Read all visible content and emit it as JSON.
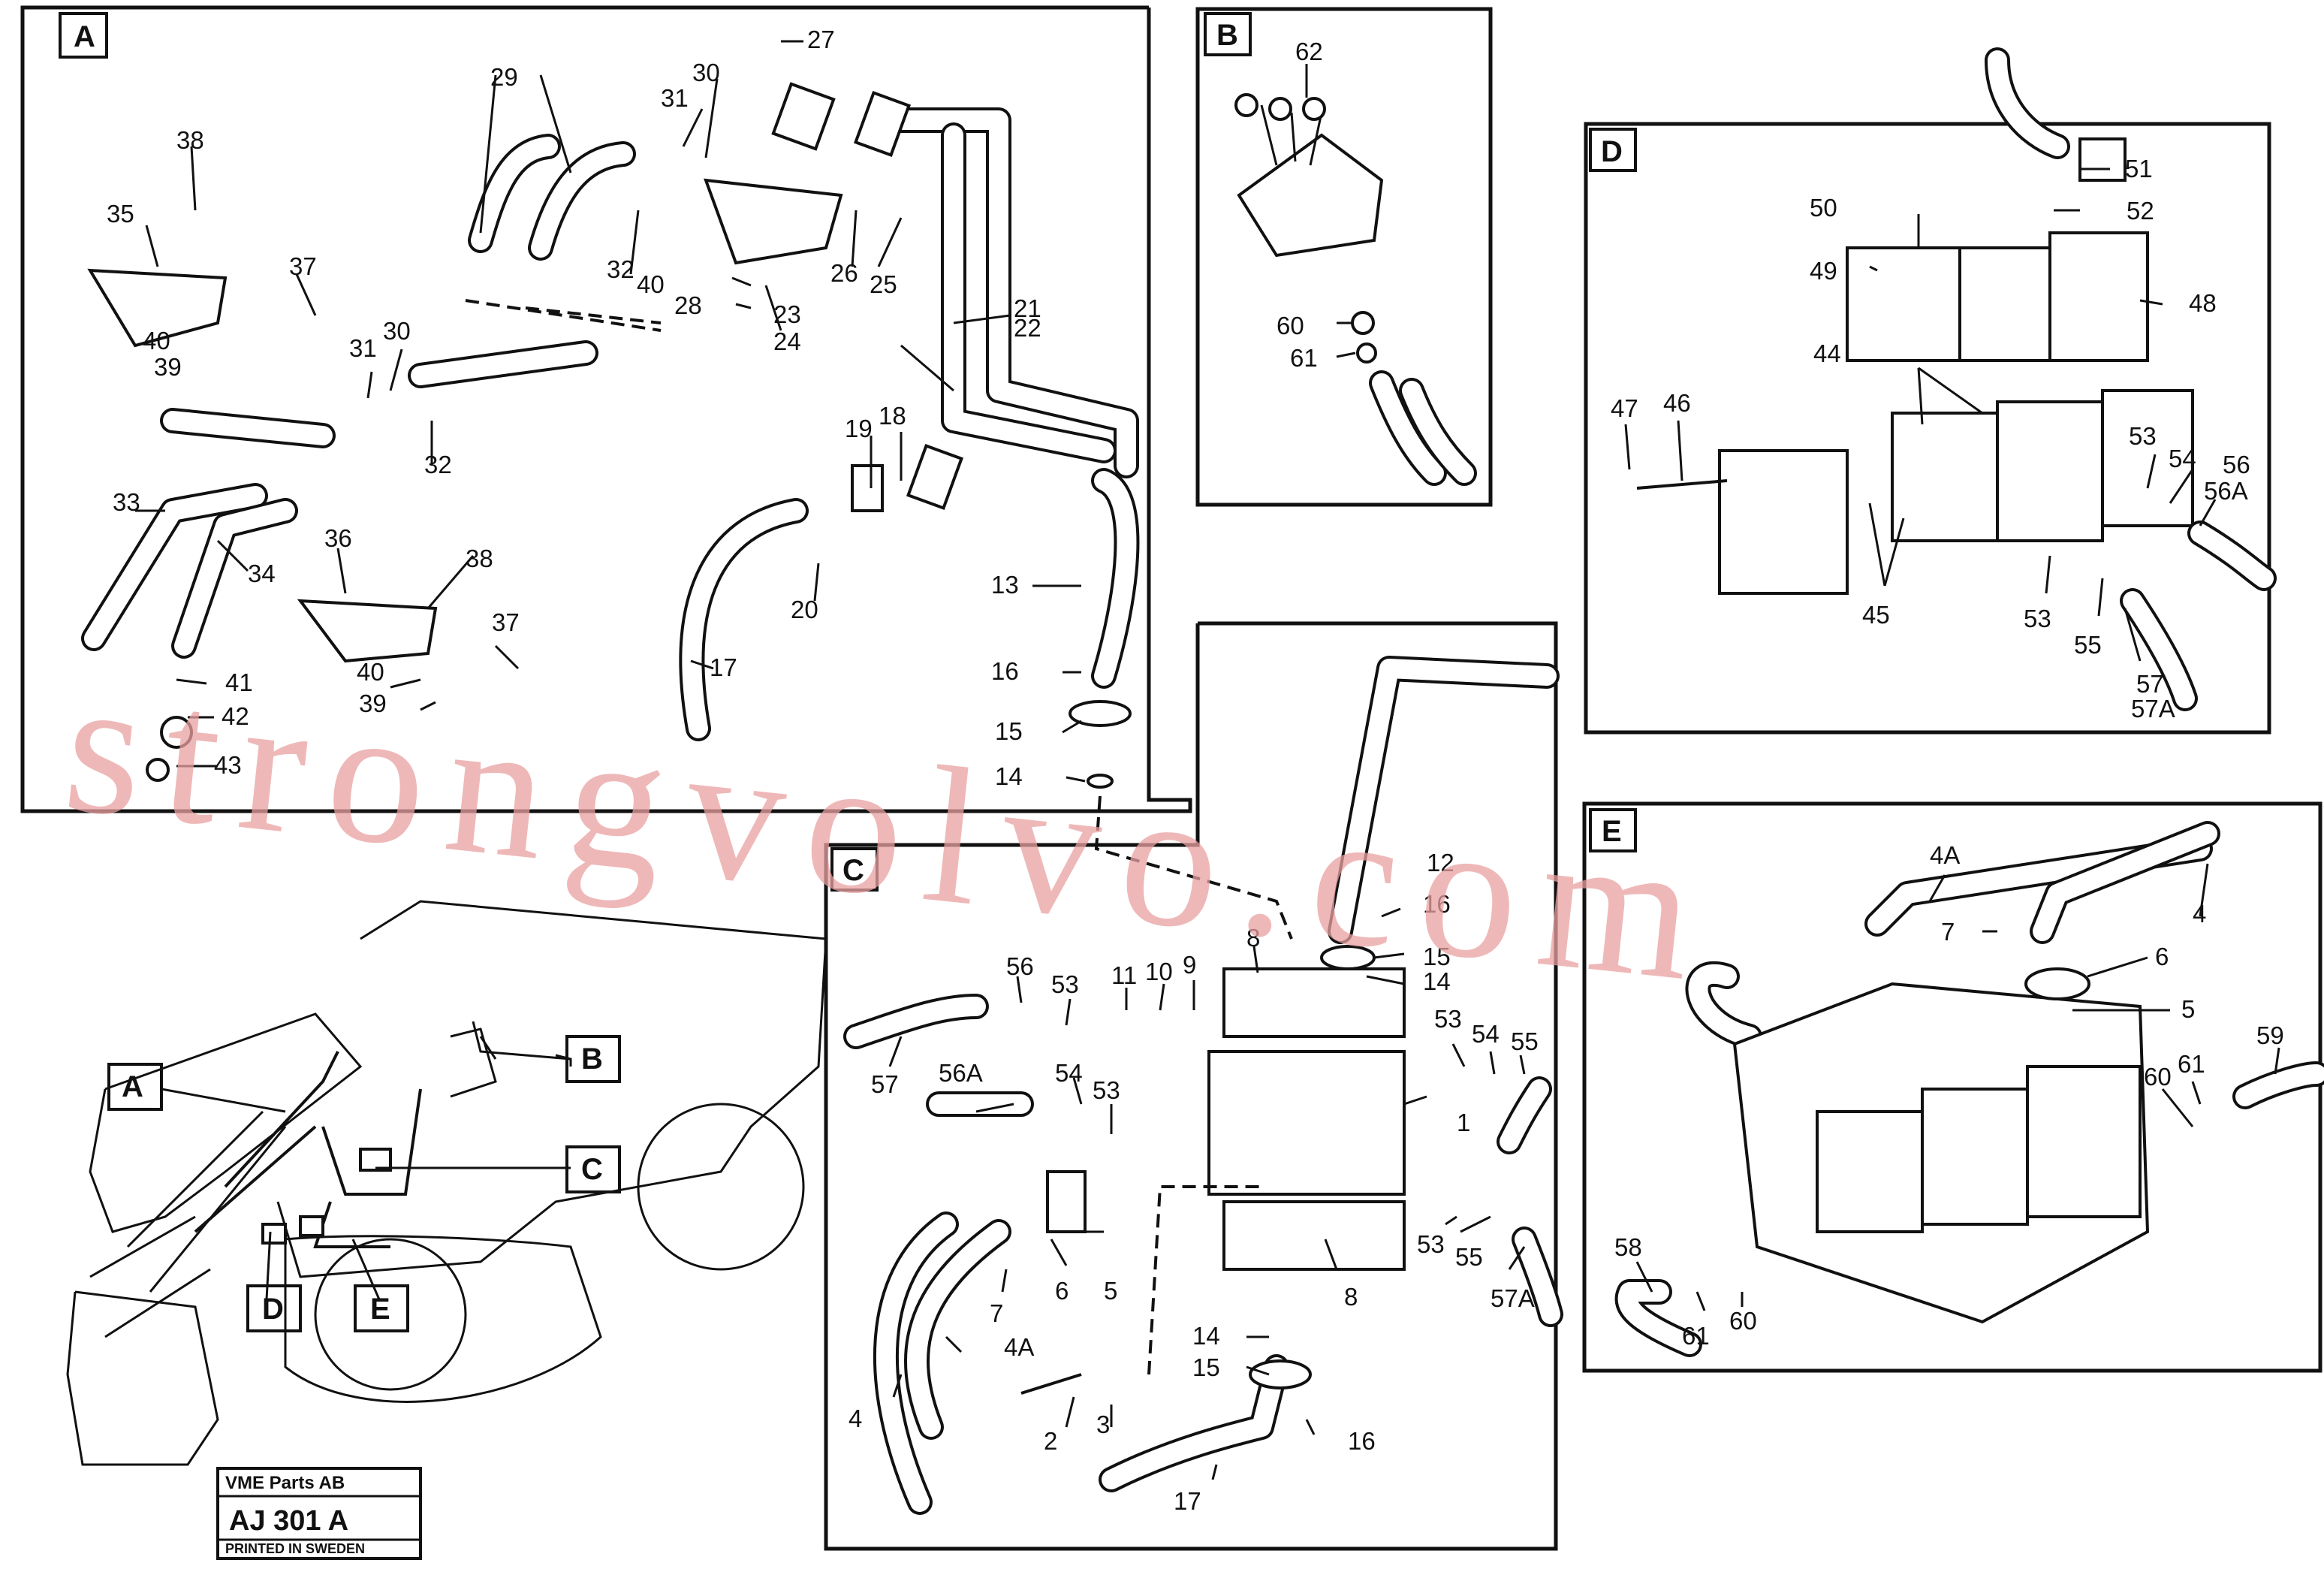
{
  "sections": {
    "A": {
      "tag": "A",
      "labels": [
        "27",
        "29",
        "30",
        "31",
        "38",
        "35",
        "37",
        "32",
        "40",
        "28",
        "26",
        "25",
        "21",
        "22",
        "23",
        "24",
        "30",
        "31",
        "32",
        "40",
        "39",
        "19",
        "18",
        "33",
        "34",
        "36",
        "38",
        "37",
        "40",
        "39",
        "41",
        "42",
        "43",
        "20",
        "13",
        "17",
        "16",
        "15",
        "14"
      ]
    },
    "B": {
      "tag": "B",
      "labels": [
        "62",
        "60",
        "61"
      ]
    },
    "C": {
      "tag": "C",
      "labels": [
        "12",
        "16",
        "15",
        "14",
        "8",
        "56",
        "53",
        "11",
        "10",
        "9",
        "57",
        "56A",
        "54",
        "53",
        "53",
        "54",
        "55",
        "1",
        "6",
        "5",
        "7",
        "4A",
        "4",
        "14",
        "15",
        "2",
        "3",
        "16",
        "17",
        "8",
        "53",
        "55",
        "57A"
      ]
    },
    "D": {
      "tag": "D",
      "labels": [
        "51",
        "52",
        "50",
        "49",
        "48",
        "44",
        "47",
        "46",
        "53",
        "54",
        "56",
        "56A",
        "45",
        "53",
        "55",
        "57",
        "57A"
      ]
    },
    "E": {
      "tag": "E",
      "labels": [
        "4A",
        "4",
        "7",
        "6",
        "5",
        "59",
        "60",
        "61",
        "58",
        "61",
        "60"
      ]
    }
  },
  "overview": {
    "callouts": [
      "A",
      "B",
      "C",
      "D",
      "E"
    ]
  },
  "stamp": {
    "company": "VME Parts AB",
    "code": "AJ 301 A",
    "printed": "PRINTED IN SWEDEN"
  },
  "watermark": "strongvolvo.com"
}
